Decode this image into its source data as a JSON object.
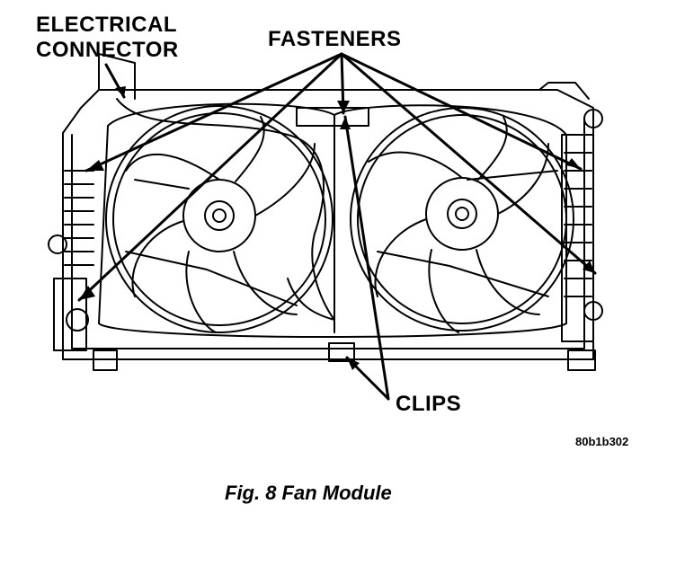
{
  "labels": {
    "electrical_connector_line1": "ELECTRICAL",
    "electrical_connector_line2": "CONNECTOR",
    "fasteners": "FASTENERS",
    "clips": "CLIPS"
  },
  "reference_code": "80b1b302",
  "caption": "Fig. 8 Fan Module",
  "colors": {
    "ink": "#000000",
    "paper": "#ffffff"
  }
}
